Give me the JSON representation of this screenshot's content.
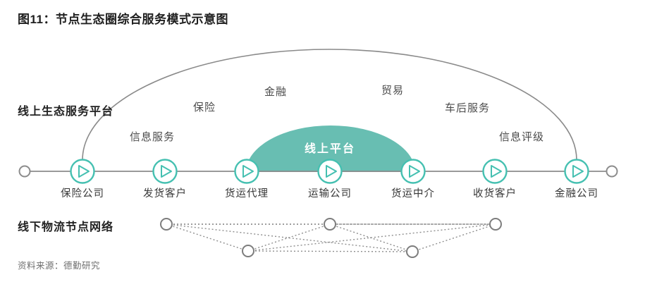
{
  "title": "图11：节点生态圈综合服务模式示意图",
  "sections": {
    "online_platform_label": "线上生态服务平台",
    "offline_network_label": "线下物流节点网络"
  },
  "ecosystem": {
    "platform_label": "线上平台",
    "services": [
      {
        "label": "信息服务"
      },
      {
        "label": "保险"
      },
      {
        "label": "金融"
      },
      {
        "label": "贸易"
      },
      {
        "label": "车后服务"
      },
      {
        "label": "信息评级"
      }
    ]
  },
  "nodes": [
    {
      "label": "保险公司"
    },
    {
      "label": "发货客户"
    },
    {
      "label": "货运代理"
    },
    {
      "label": "运输公司"
    },
    {
      "label": "货运中介"
    },
    {
      "label": "收货客户"
    },
    {
      "label": "金融公司"
    }
  ],
  "source": "资料来源：德勤研究",
  "colors": {
    "teal_fill": "#68beb2",
    "teal_stroke": "#45c0b1",
    "line_gray": "#8c8c8c",
    "network_gray": "#8f8f8f",
    "text_dark": "#1f1f1f"
  }
}
